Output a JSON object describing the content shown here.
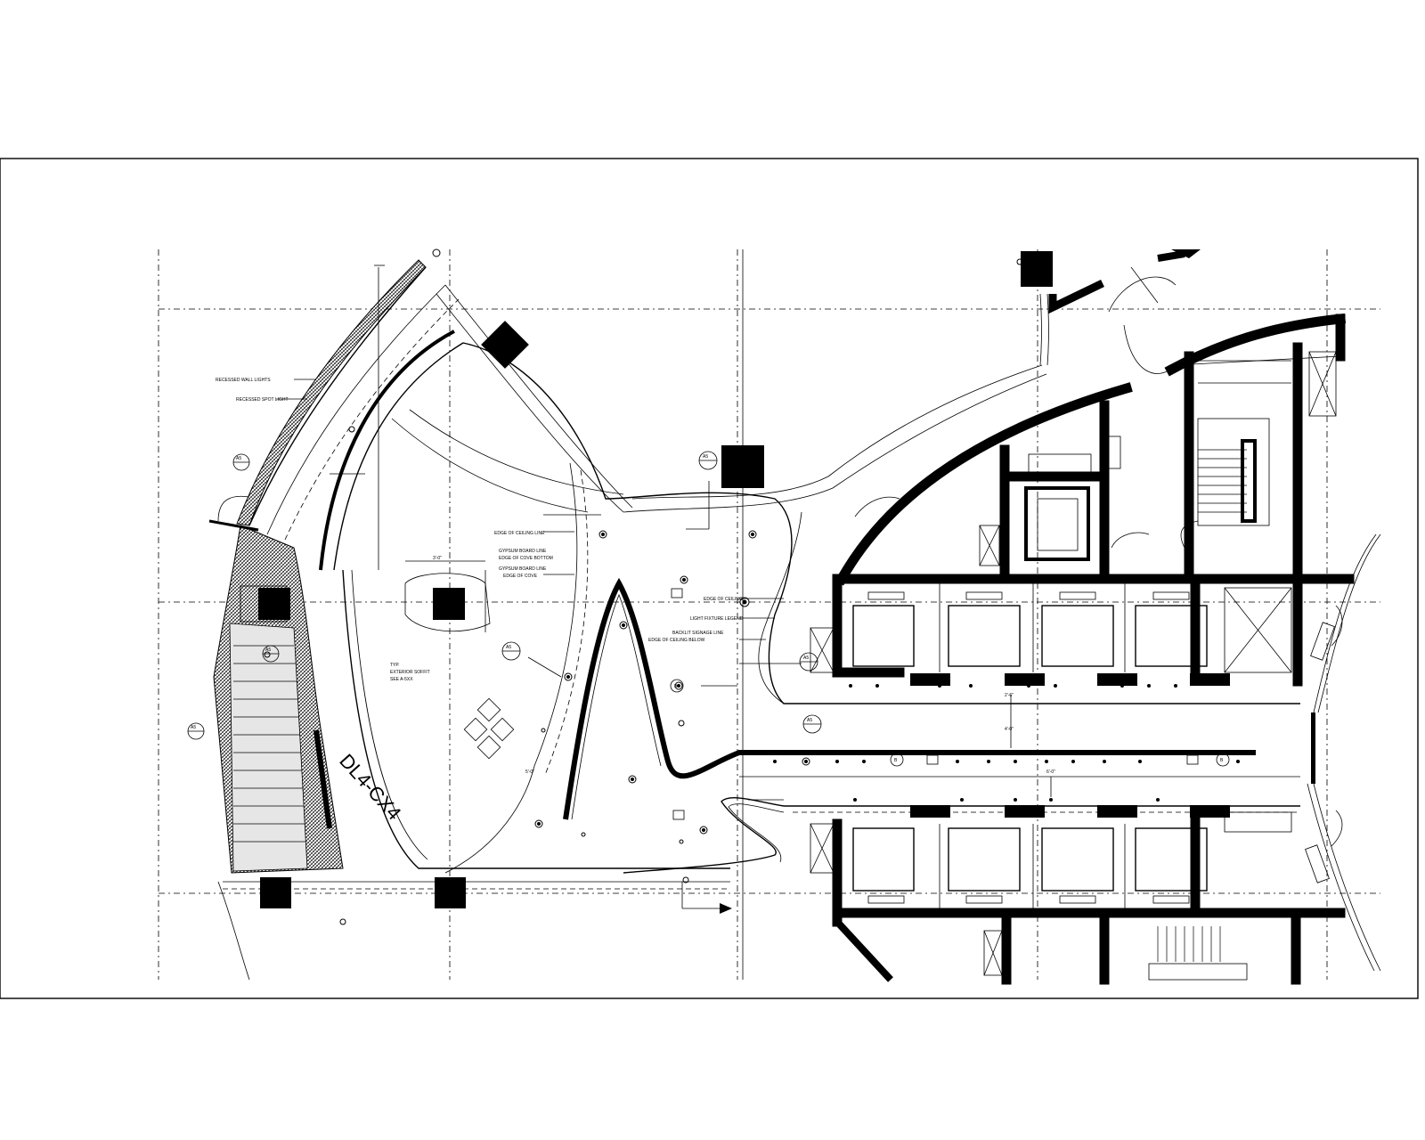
{
  "drawing": {
    "main_label": "DL4-CX4",
    "room_note": [
      "TYP.",
      "EXTERIOR SOFFIT",
      "SEE A-5XX"
    ],
    "leader_notes_left": [
      "RECESSED WALL LIGHTS",
      "RECESSED SPOT LIGHT"
    ],
    "leader_notes_center": [
      "EDGE OF CEILING LINE",
      "GYPSUM BOARD LINE",
      "EDGE OF COVE BOTTOM",
      "GYPSUM BOARD LINE",
      "EDGE OF COVE"
    ],
    "leader_notes_right": [
      "EDGE OF CEILING",
      "LIGHT FIXTURE LEGEND",
      "BACKLIT SIGNAGE LINE",
      "EDGE OF CEILING BELOW"
    ],
    "grid_tags": [
      "A5",
      "A5",
      "A5",
      "A5",
      "A5",
      "A5",
      "A5"
    ],
    "fixture_symbol": "B",
    "dim_labels": [
      "3'-0\"",
      "2'-6\"",
      "4'-0\"",
      "5'-0\"",
      "6'-0\""
    ]
  },
  "colors": {
    "line": "#000000",
    "fill": "#e6e6e6",
    "background": "#ffffff"
  }
}
